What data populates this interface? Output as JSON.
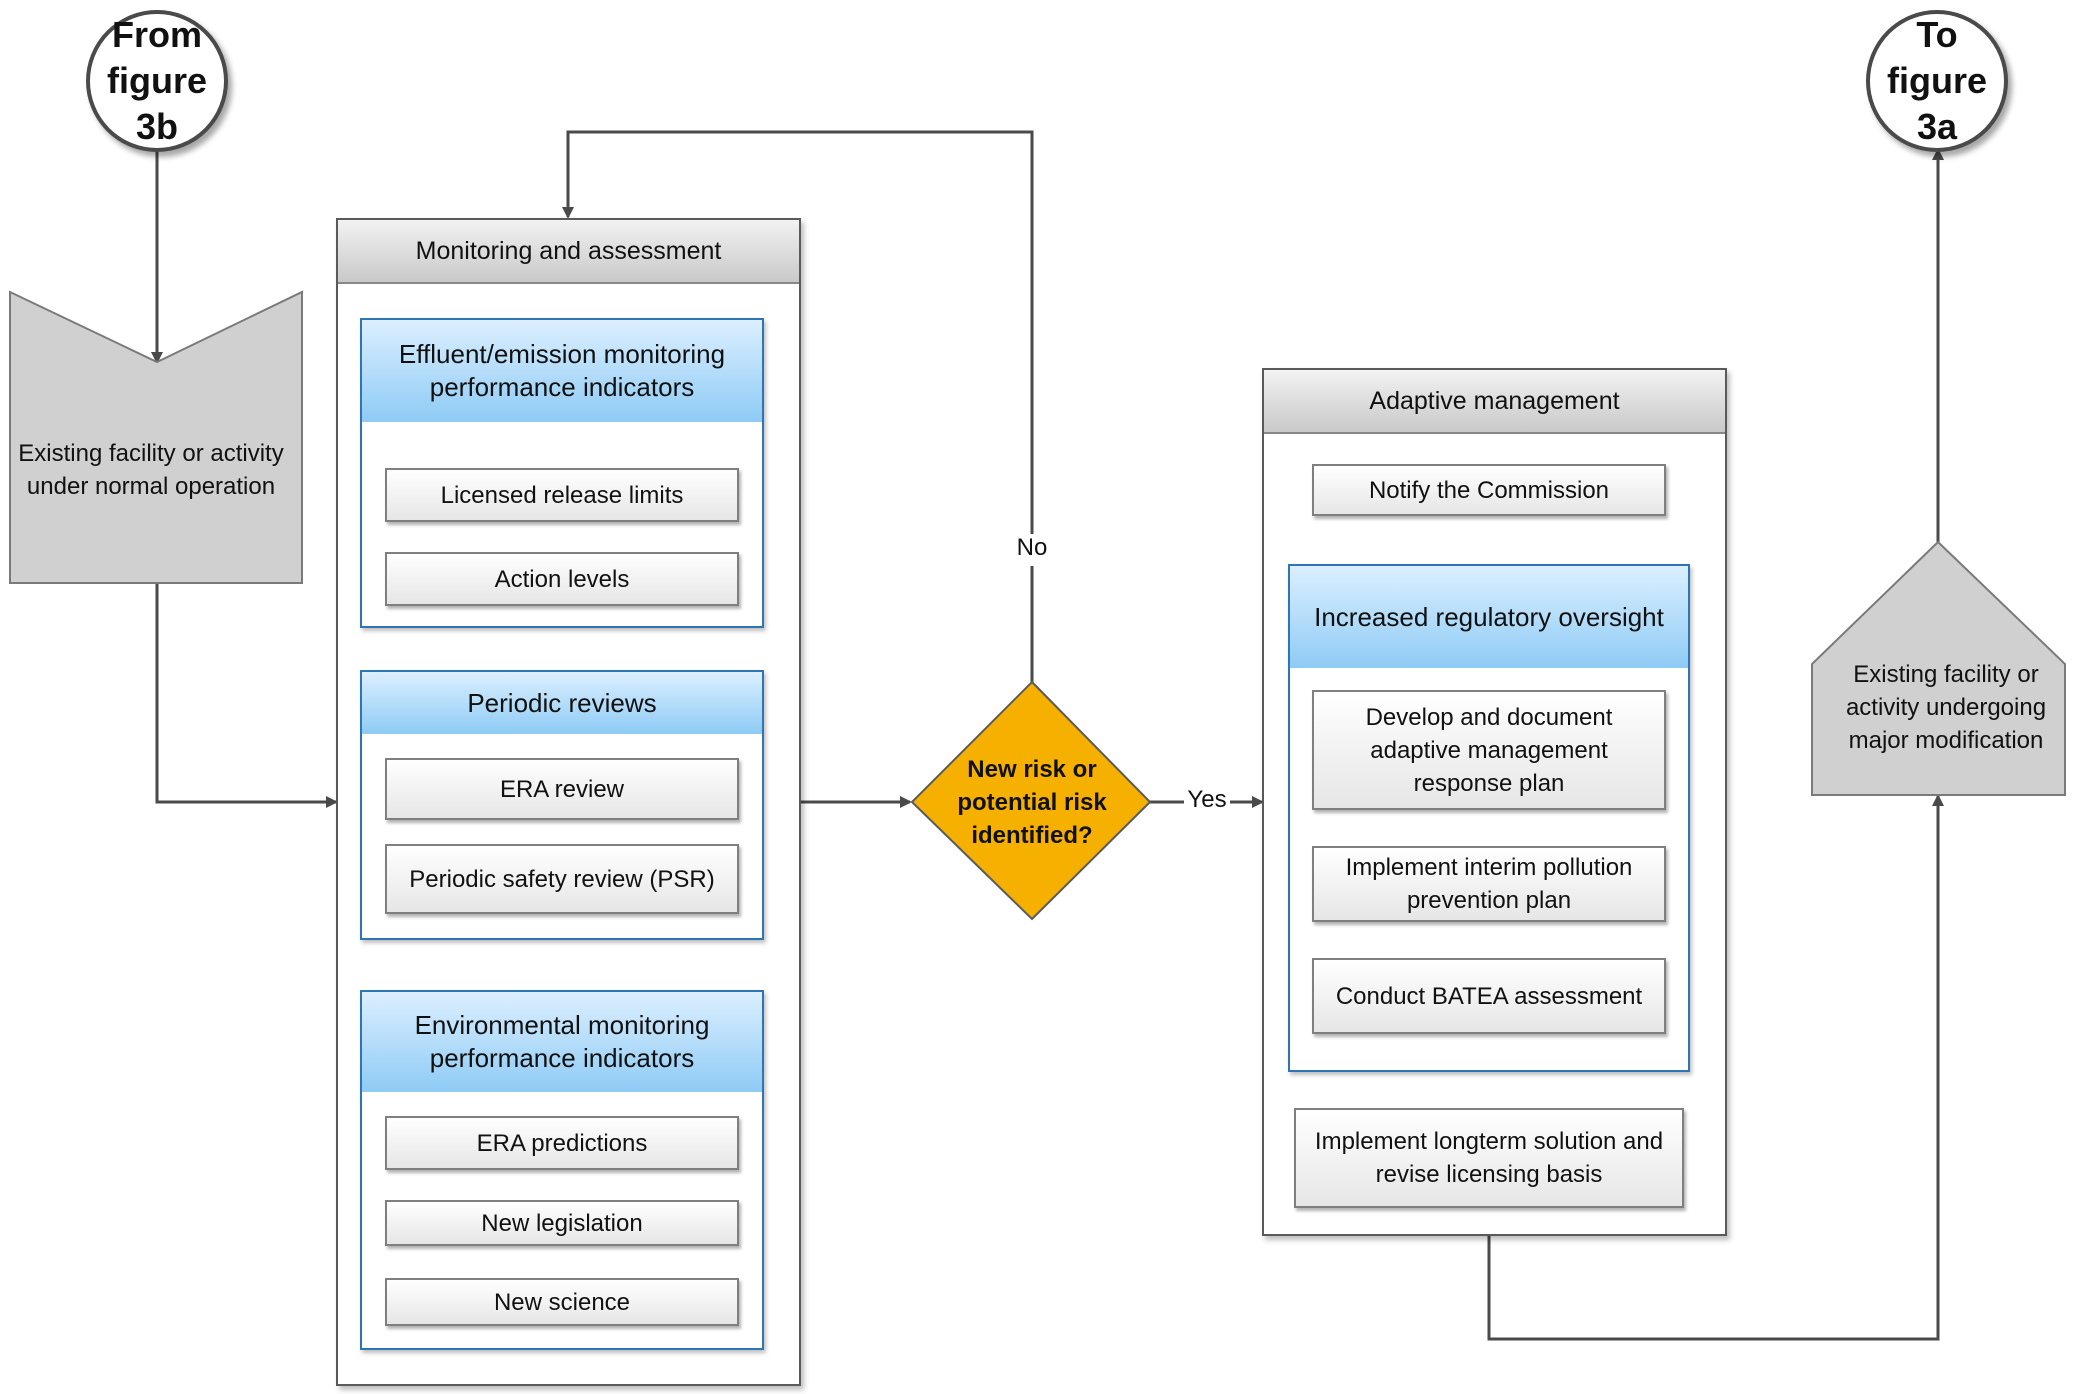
{
  "connectors": {
    "from": "From\nfigure\n3b",
    "to": "To\nfigure\n3a"
  },
  "start_shape": {
    "text": "Existing facility or activity under normal operation"
  },
  "end_shape": {
    "text": "Existing facility or activity undergoing major modification"
  },
  "monitoring": {
    "title": "Monitoring and assessment",
    "groups": [
      {
        "title": "Effluent/emission monitoring performance indicators",
        "items": [
          "Licensed release limits",
          "Action levels"
        ]
      },
      {
        "title": "Periodic reviews",
        "items": [
          "ERA review",
          "Periodic safety review (PSR)"
        ]
      },
      {
        "title": "Environmental monitoring performance indicators",
        "items": [
          "ERA predictions",
          "New legislation",
          "New science"
        ]
      }
    ]
  },
  "decision": {
    "text": "New risk or potential risk identified?",
    "no_label": "No",
    "yes_label": "Yes",
    "fill": "#f5b000"
  },
  "adaptive": {
    "title": "Adaptive management",
    "notify": "Notify the Commission",
    "oversight": {
      "title": "Increased regulatory oversight",
      "items": [
        "Develop and document adaptive management response plan",
        "Implement interim pollution prevention plan",
        "Conduct BATEA assessment"
      ]
    },
    "longterm": "Implement longterm solution and revise licensing basis"
  },
  "colors": {
    "line": "#4a4a4a",
    "group_border": "#2e75b6",
    "group_header": "#8ecbf5",
    "shape_fill": "#d0d0d0"
  }
}
